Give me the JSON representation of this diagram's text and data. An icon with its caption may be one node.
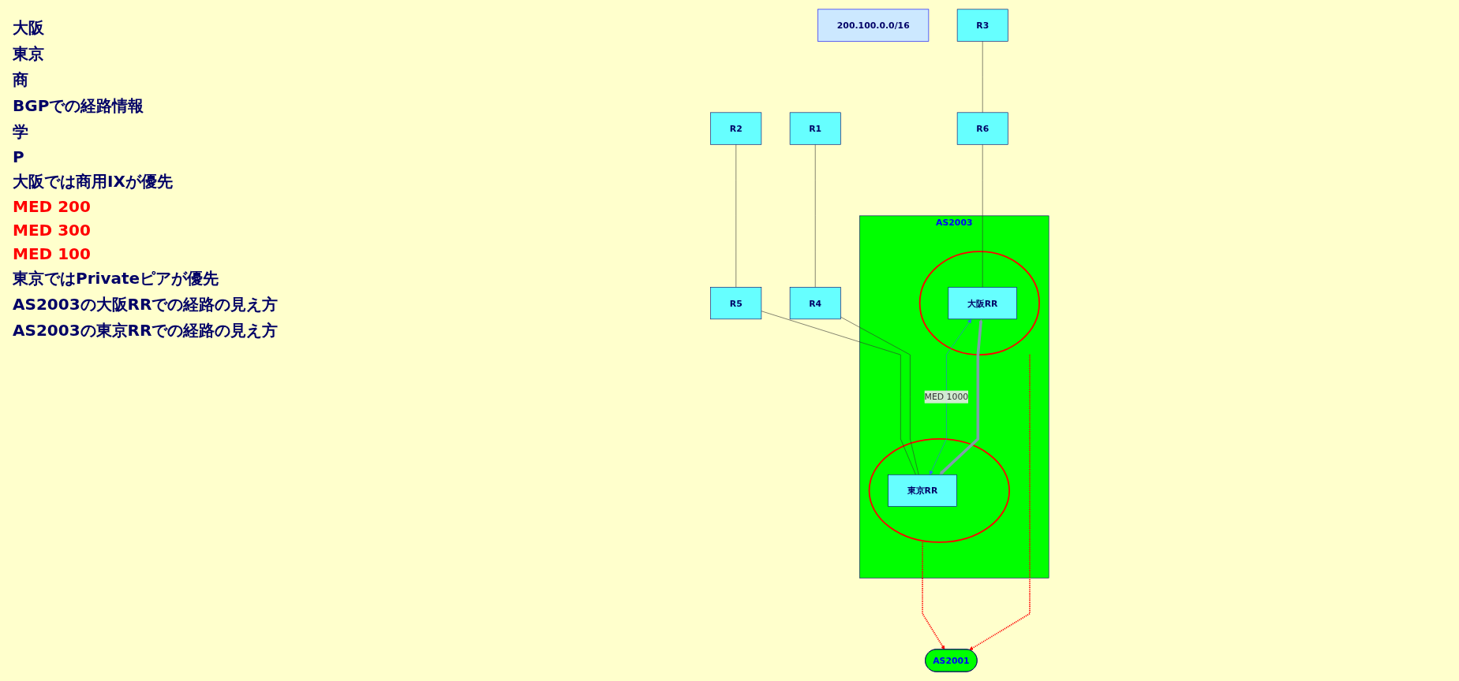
{
  "diagram": {
    "nodes": [
      {
        "text": [
          "200.100.0.0/16"
        ]
      },
      {
        "text": [
          "AS2001"
        ]
      },
      {
        "text": [
          "R3"
        ]
      },
      {
        "text": [
          "R2"
        ]
      },
      {
        "text": [
          "R1"
        ]
      },
      {
        "text": [
          "AS2003"
        ]
      },
      {
        "text": [
          "R6"
        ]
      },
      {
        "text": [
          "R5"
        ]
      },
      {
        "text": [
          "R4"
        ]
      },
      {
        "text": [],
        "shape": "circle",
        "in": 5
      },
      {
        "text": [
          "大阪RR"
        ],
        "in": 9
      },
      {
        "text": [],
        "shape": "circle",
        "in": 5
      },
      {
        "text": [
          "東京RR"
        ],
        "in": 11
      }
    ],
    "edges": [
      {
        "from": 2,
        "to": 6,
        "arrow": "none"
      },
      {
        "from": 3,
        "to": 7,
        "arrow": "none"
      },
      {
        "from": 4,
        "to": 8,
        "arrow": "none"
      },
      {
        "from": 6,
        "to": 10,
        "arrow": "none"
      },
      {
        "from": 7,
        "to": 12,
        "arrow": "none"
      },
      {
        "from": 8,
        "to": 12,
        "arrow": "none"
      },
      {
        "from": 10,
        "to": 12,
        "arrow": "both",
        "label": "MED 1000",
        "color": "#3366ff"
      },
      {
        "from": 10,
        "to": 12,
        "arrow": "both",
        "style": "thick",
        "color": "#7f9faa"
      },
      {
        "from": 9,
        "to": 1,
        "arrow": "to",
        "style": "dashed",
        "color": "#ff0000"
      },
      {
        "from": 11,
        "to": 1,
        "arrow": "to",
        "style": "dashed",
        "color": "#ff0000"
      }
    ],
    "labels": [
      "大阪",
      "東京",
      "商",
      "BGPでの経路情報",
      "学",
      "P",
      "大阪では商用IXが優先",
      "MED 200",
      "MED 300",
      "MED 100",
      "東京ではPrivateピアが優先",
      "AS2003の大阪RRでの経路の見え方",
      "AS2003の東京RRでの経路の見え方"
    ]
  }
}
